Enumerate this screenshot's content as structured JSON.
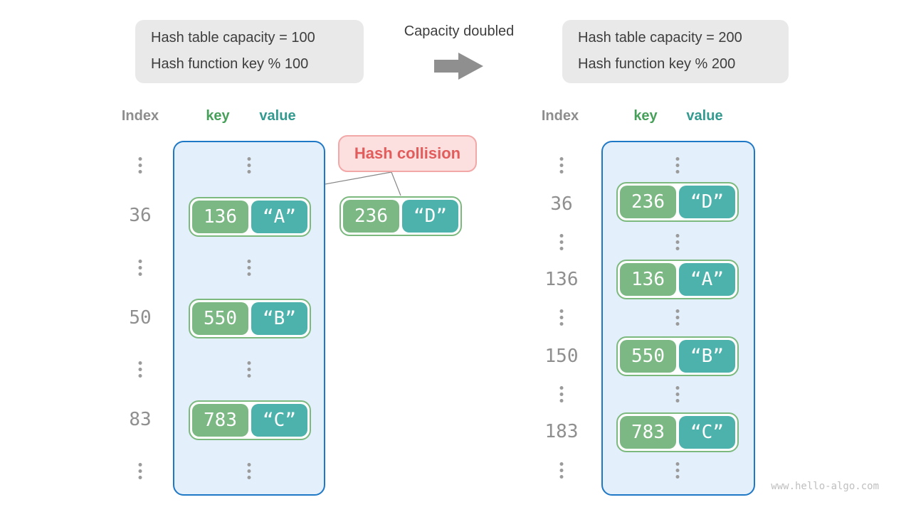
{
  "title_boxes": {
    "left": {
      "line1": "Hash table capacity = 100",
      "line2": "Hash function key % 100"
    },
    "right": {
      "line1": "Hash table capacity = 200",
      "line2": "Hash function key % 200"
    }
  },
  "transition": {
    "label": "Capacity doubled",
    "arrow_icon": "right-block-arrow"
  },
  "collision_badge": "Hash collision",
  "collision_pair": {
    "key": "236",
    "value": "“D”"
  },
  "left_table": {
    "headers": {
      "index": "Index",
      "key": "key",
      "value": "value"
    },
    "rows": [
      {
        "index": "36",
        "key": "136",
        "value": "“A”"
      },
      {
        "index": "50",
        "key": "550",
        "value": "“B”"
      },
      {
        "index": "83",
        "key": "783",
        "value": "“C”"
      }
    ]
  },
  "right_table": {
    "headers": {
      "index": "Index",
      "key": "key",
      "value": "value"
    },
    "rows": [
      {
        "index": "36",
        "key": "236",
        "value": "“D”"
      },
      {
        "index": "136",
        "key": "136",
        "value": "“A”"
      },
      {
        "index": "150",
        "key": "550",
        "value": "“B”"
      },
      {
        "index": "183",
        "key": "783",
        "value": "“C”"
      }
    ]
  },
  "watermark": "www.hello-algo.com",
  "colors": {
    "key_fill": "#7cb884",
    "value_fill": "#4cb2ab",
    "pair_border": "#7cb97f",
    "table_bg": "#e3effa",
    "table_border": "#1f78c5",
    "collision_bg": "#fcdfdf",
    "collision_border": "#f3a8a8",
    "collision_text": "#e25c5c",
    "header_key_green": "#47a05a",
    "header_value_teal": "#339a90",
    "muted_gray": "#8f8f8f",
    "info_box_bg": "#e9e9e9",
    "arrow_gray": "#8f8f8f"
  }
}
